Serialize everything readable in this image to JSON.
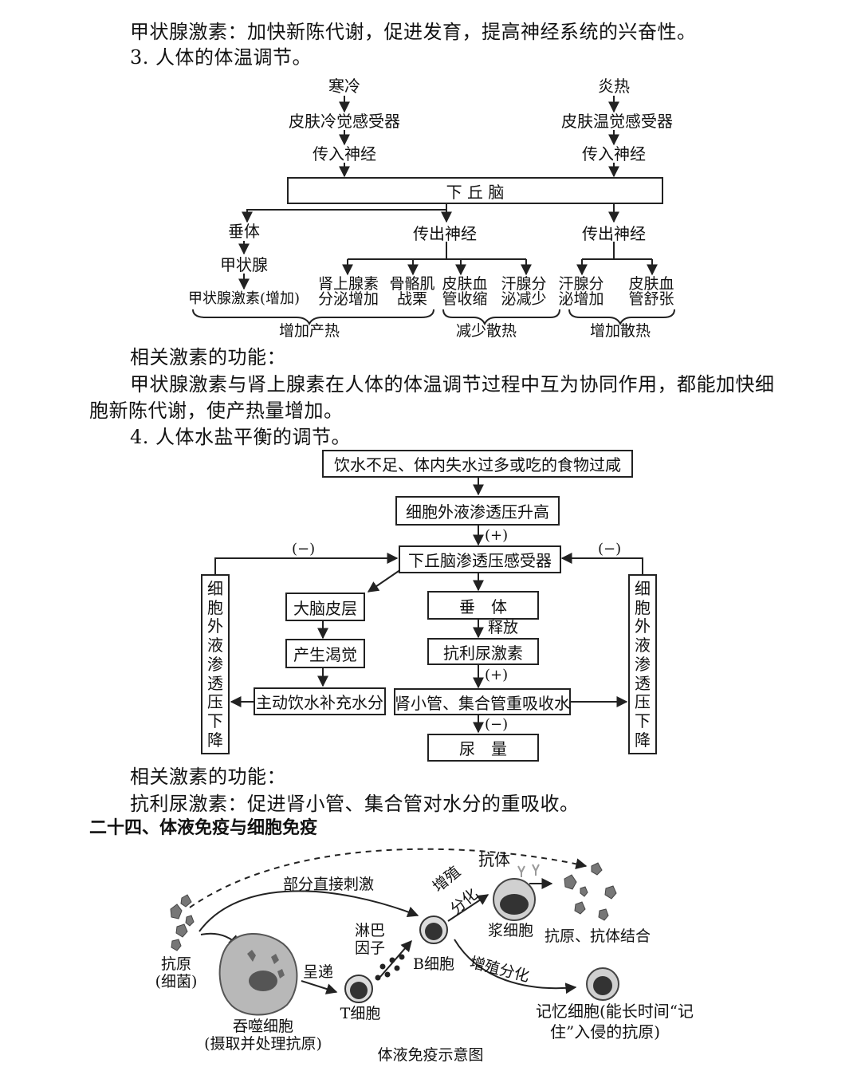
{
  "text": {
    "line1": "甲状腺激素：加快新陈代谢，促进发育，提高神经系统的兴奋性。",
    "sec3": "3. 人体的体温调节。",
    "func1_head": "相关激素的功能：",
    "func1_body_a": "甲状腺激素与肾上腺素在人体的体温调节过程中互为协同作用，都能加快细",
    "func1_body_b": "胞新陈代谢，使产热量增加。",
    "sec4": "4. 人体水盐平衡的调节。",
    "func2_head": "相关激素的功能：",
    "func2_body": "抗利尿激素：促进肾小管、集合管对水分的重吸收。",
    "sec24": "二十四、体液免疫与细胞免疫"
  },
  "thermo": {
    "cold": "寒冷",
    "cold_receptor": "皮肤冷觉感受器",
    "afferent_left": "传入神经",
    "hot": "炎热",
    "warm_receptor": "皮肤温觉感受器",
    "afferent_right": "传入神经",
    "hypothalamus": "下 丘 脑",
    "pituitary": "垂体",
    "efferent_mid": "传出神经",
    "efferent_right": "传出神经",
    "thyroid": "甲状腺",
    "thyroxine": "甲状腺激素(增加)",
    "adrenaline_a": "肾上腺素",
    "adrenaline_b": "分泌增加",
    "muscle_a": "骨骼肌",
    "muscle_b": "战栗",
    "vaso_con_a": "皮肤血",
    "vaso_con_b": "管收缩",
    "sweat_dec_a": "汗腺分",
    "sweat_dec_b": "泌减少",
    "sweat_inc_a": "汗腺分",
    "sweat_inc_b": "泌增加",
    "vaso_dil_a": "皮肤血",
    "vaso_dil_b": "管舒张",
    "heat_gain": "增加产热",
    "loss_reduce": "减少散热",
    "loss_increase": "增加散热"
  },
  "water": {
    "trigger": "饮水不足、体内失水过多或吃的食物过咸",
    "osm_up": "细胞外液渗透压升高",
    "plus1": "(+)",
    "receptor": "下丘脑渗透压感受器",
    "minus_left": "(−)",
    "minus_right": "(−)",
    "cortex": "大脑皮层",
    "thirst": "产生渴觉",
    "drink": "主动饮水补充水分",
    "pituitary": "垂　体",
    "release": "释放",
    "adh": "抗利尿激素",
    "plus2": "(+)",
    "kidney": "肾小管、集合管重吸收水",
    "minus_mid": "(−)",
    "urine": "尿　量",
    "side_chars": [
      "细",
      "胞",
      "外",
      "液",
      "渗",
      "透",
      "压",
      "下",
      "降"
    ]
  },
  "immune": {
    "antigen_a": "抗原",
    "antigen_b": "(细菌)",
    "direct": "部分直接刺激",
    "present": "呈递",
    "lymph_a": "淋巴",
    "lymph_b": "因子",
    "b_cell": "B细胞",
    "t_cell": "T细胞",
    "phago_a": "吞噬细胞",
    "phago_b": "(摄取并处理抗原)",
    "prolif1_a": "增殖",
    "prolif1_b": "分化",
    "antibody": "抗体",
    "plasma": "浆细胞",
    "binding": "抗原、抗体结合",
    "prolif2": "增殖分化",
    "memory_a": "记忆细胞(能长时间“记",
    "memory_b": "住”入侵的抗原)",
    "caption": "体液免疫示意图"
  }
}
